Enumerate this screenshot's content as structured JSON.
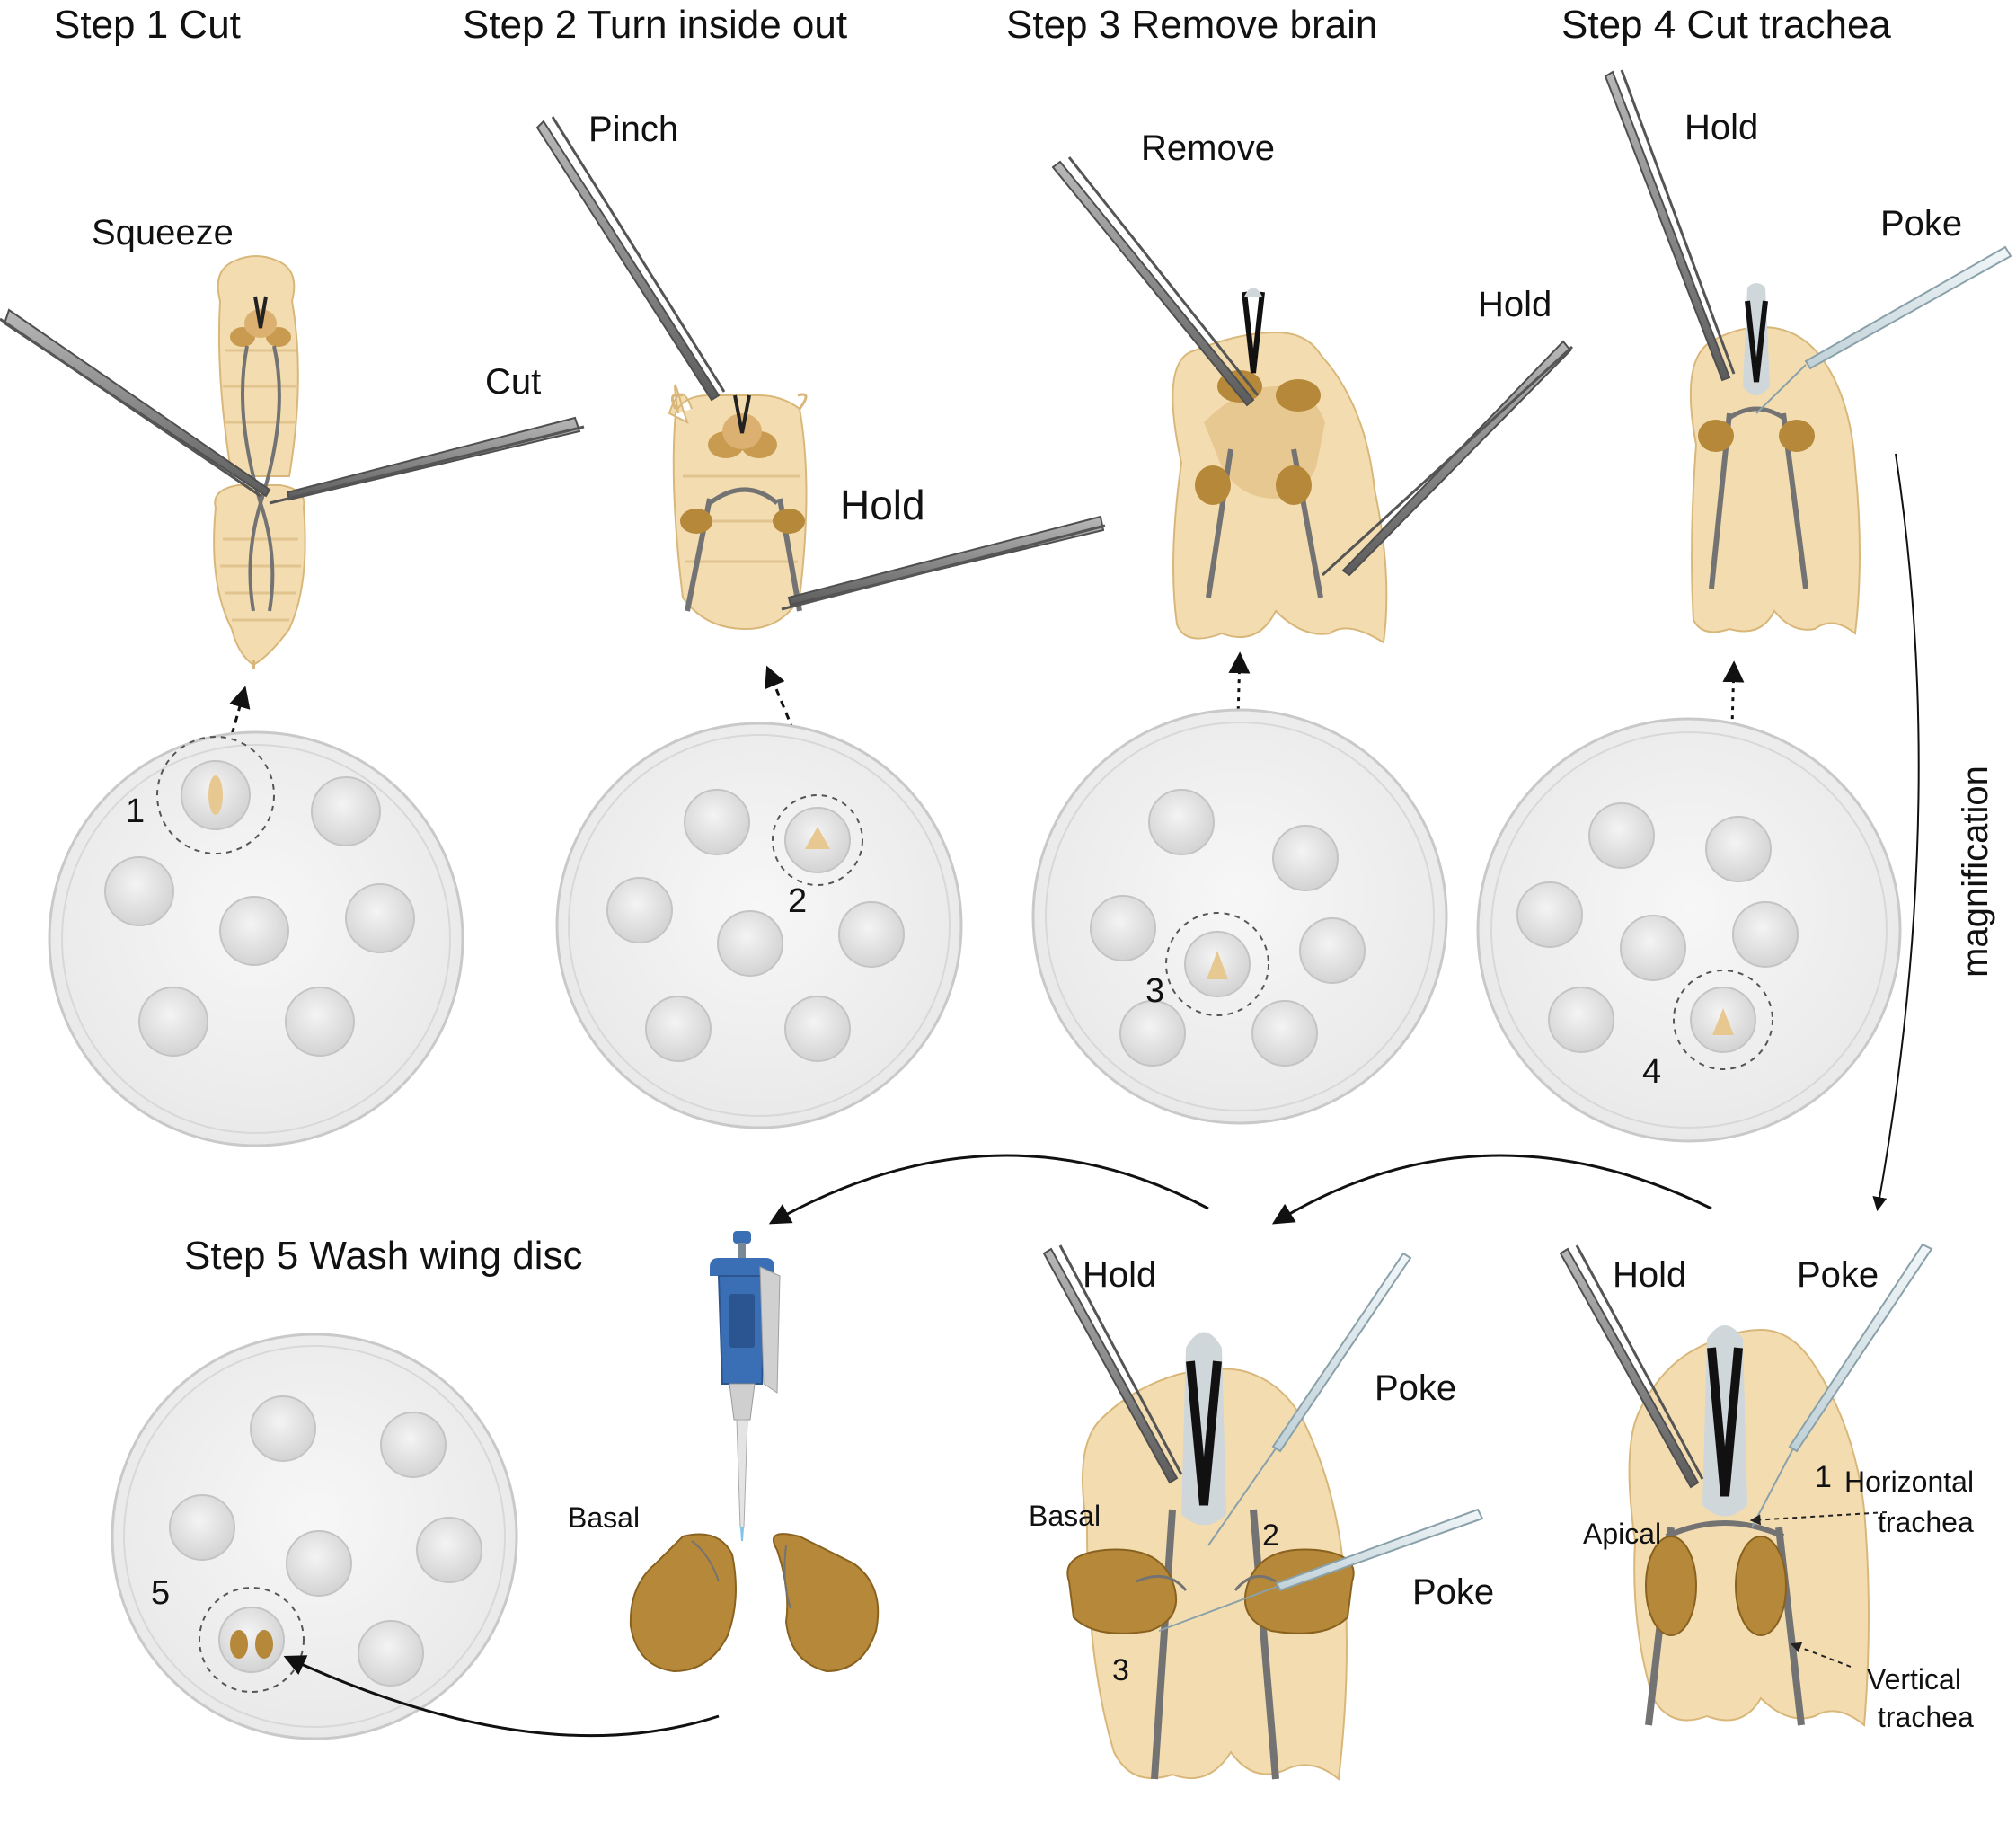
{
  "steps": {
    "s1": "Step 1  Cut",
    "s2": "Step 2   Turn inside out",
    "s3": "Step 3 Remove brain",
    "s4": "Step 4 Cut trachea",
    "s5": "Step 5  Wash wing disc"
  },
  "actions": {
    "squeeze": "Squeeze",
    "cut": "Cut",
    "pinch": "Pinch",
    "hold": "Hold",
    "remove": "Remove",
    "poke": "Poke"
  },
  "labels": {
    "basal": "Basal",
    "apical": "Apical",
    "horizontal_1": "Horizontal",
    "horizontal_2": "trachea",
    "vertical_1": "Vertical",
    "vertical_2": "trachea",
    "magnification": "magnification"
  },
  "numbers": {
    "n1": "1",
    "n2": "2",
    "n3": "3",
    "n4": "4",
    "n5": "5"
  },
  "colors": {
    "tissue": "#f3ddb0",
    "tissue_stroke": "#d9b77a",
    "disc": "#b5883a",
    "disc_dark": "#8a6220",
    "trachea": "#737373",
    "tool": "#8e8e8e",
    "tool_dark": "#555555",
    "dish": "#f1f1f1",
    "dish_stroke": "#c9c9c9",
    "pipette_blue": "#3a6fb5"
  }
}
